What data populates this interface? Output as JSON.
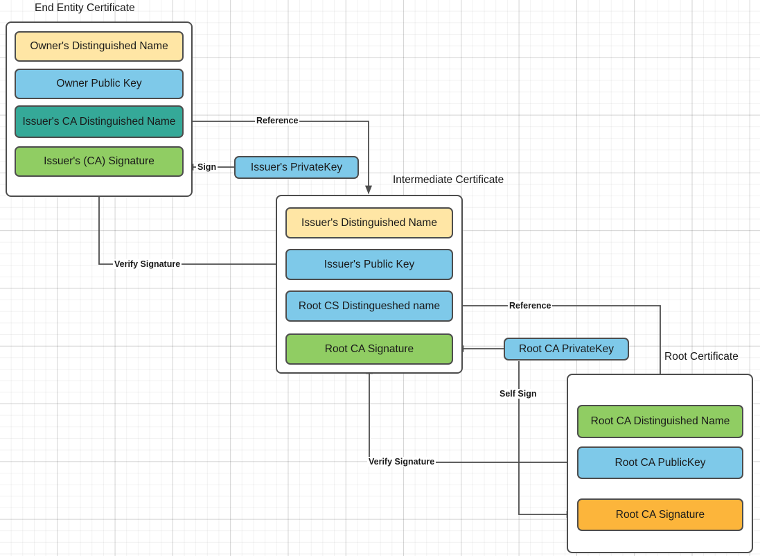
{
  "diagram": {
    "title_headings": {
      "end_entity": "End Entity Certificate",
      "intermediate": "Intermediate Certificate",
      "root": "Root Certificate"
    },
    "colors": {
      "yellow": "#ffe6a5",
      "blue": "#7ec9e9",
      "teal": "#35a998",
      "green": "#90cd63",
      "orange": "#fcb53b",
      "stroke": "#4d4d4d",
      "grid": "#e6e6e6",
      "background": "#ffffff"
    },
    "certificates": [
      {
        "id": "end-entity",
        "heading": "End Entity Certificate",
        "fields": [
          {
            "label": "Owner's Distinguished Name",
            "color": "yellow"
          },
          {
            "label": "Owner Public  Key",
            "color": "blue"
          },
          {
            "label": "Issuer's CA Distinguished Name",
            "color": "teal"
          },
          {
            "label": "Issuer's (CA) Signature",
            "color": "green"
          }
        ]
      },
      {
        "id": "intermediate",
        "heading": "Intermediate Certificate",
        "fields": [
          {
            "label": "Issuer's Distinguished Name",
            "color": "yellow"
          },
          {
            "label": "Issuer's Public  Key",
            "color": "blue"
          },
          {
            "label": "Root CS Distingueshed name",
            "color": "blue"
          },
          {
            "label": "Root CA Signature",
            "color": "green"
          }
        ]
      },
      {
        "id": "root",
        "heading": "Root Certificate",
        "fields": [
          {
            "label": "Root CA Distinguished Name",
            "color": "green"
          },
          {
            "label": "Root CA PublicKey",
            "color": "blue"
          },
          {
            "label": "Root CA Signature",
            "color": "orange"
          }
        ]
      }
    ],
    "keys": [
      {
        "id": "issuer-private-key",
        "label": "Issuer's PrivateKey",
        "color": "blue"
      },
      {
        "id": "root-ca-private-key",
        "label": "Root CA PrivateKey",
        "color": "blue"
      }
    ],
    "edge_labels": [
      {
        "id": "reference-top",
        "text": "Reference"
      },
      {
        "id": "sign",
        "text": "Sign"
      },
      {
        "id": "verify-signature-upper",
        "text": "Verify Signature"
      },
      {
        "id": "reference-lower",
        "text": "Reference"
      },
      {
        "id": "self-sign",
        "text": "Self Sign"
      },
      {
        "id": "verify-signature-lower",
        "text": "Verify Signature"
      }
    ]
  }
}
